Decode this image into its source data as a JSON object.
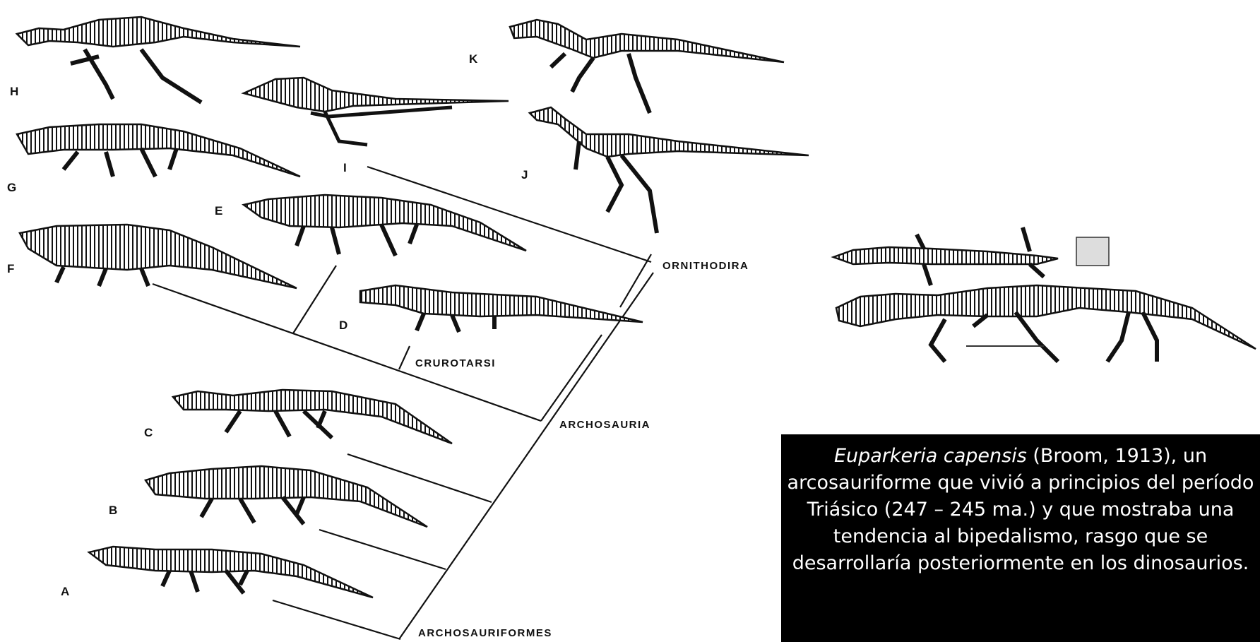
{
  "specimens": [
    {
      "id": "A",
      "label": "A"
    },
    {
      "id": "B",
      "label": "B"
    },
    {
      "id": "C",
      "label": "C"
    },
    {
      "id": "D",
      "label": "D"
    },
    {
      "id": "E",
      "label": "E"
    },
    {
      "id": "F",
      "label": "F"
    },
    {
      "id": "G",
      "label": "G"
    },
    {
      "id": "H",
      "label": "H"
    },
    {
      "id": "I",
      "label": "I"
    },
    {
      "id": "J",
      "label": "J"
    },
    {
      "id": "K",
      "label": "K"
    }
  ],
  "clades": {
    "archosauriformes": "ARCHOSAURIFORMES",
    "archosauria": "ARCHOSAURIA",
    "crurotarsi": "CRUROTARSI",
    "ornithodira": "ORNITHODIRA"
  },
  "caption": {
    "species": "Euparkeria capensis",
    "text": " (Broom, 1913), un arcosauriforme que vivió a principios del período Triásico (247 – 245 ma.) y que mostraba una tendencia al bipedalismo, rasgo que se desarrollaría posteriormente en los dinosaurios."
  },
  "colors": {
    "background": "#ffffff",
    "ink": "#111111",
    "caption_bg": "#000000",
    "caption_text": "#ffffff"
  }
}
